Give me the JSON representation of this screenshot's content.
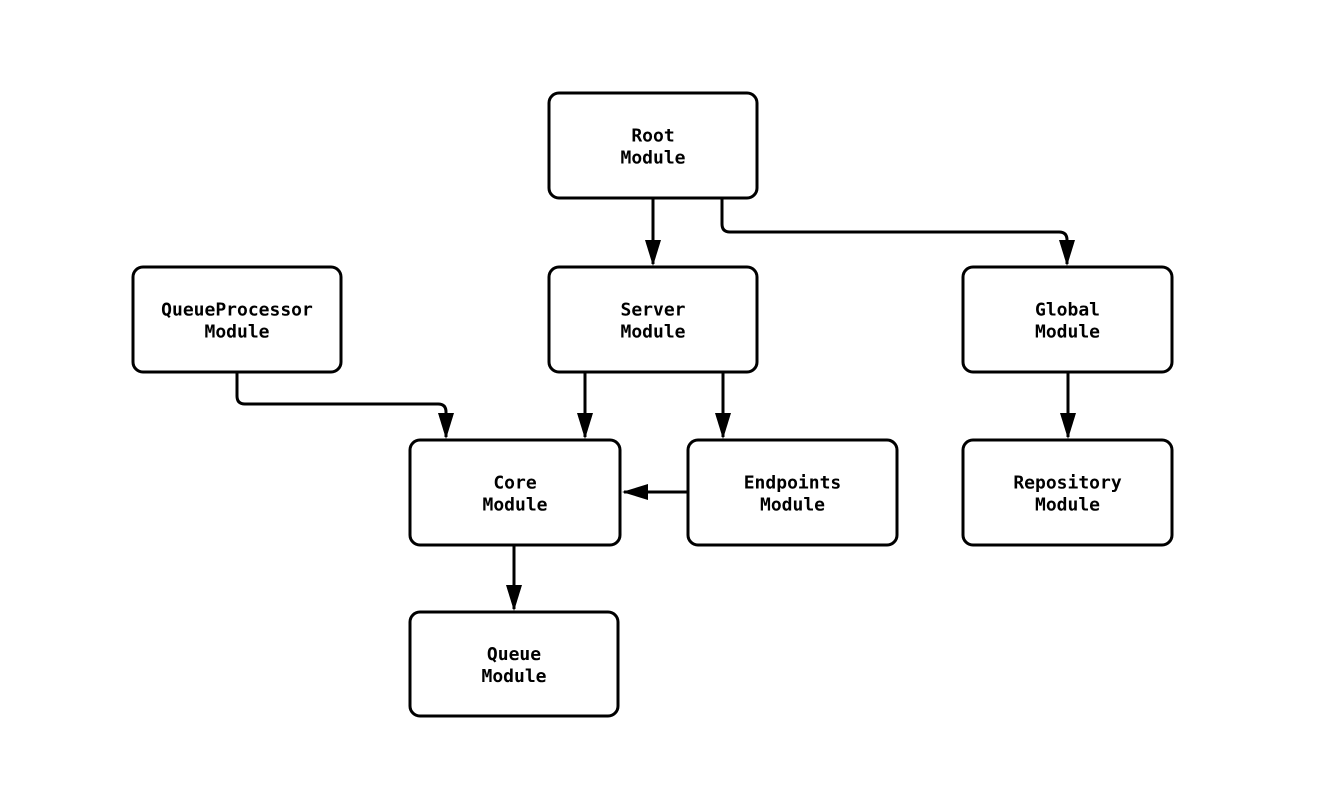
{
  "diagram": {
    "background_color": "#ffffff",
    "line_color": "#000000",
    "node_fill_color": "#ffffff",
    "nodes": [
      {
        "id": "root-module",
        "line1": "Root",
        "line2": "Module"
      },
      {
        "id": "queueprocessor-module",
        "line1": "QueueProcessor",
        "line2": "Module"
      },
      {
        "id": "server-module",
        "line1": "Server",
        "line2": "Module"
      },
      {
        "id": "global-module",
        "line1": "Global",
        "line2": "Module"
      },
      {
        "id": "core-module",
        "line1": "Core",
        "line2": "Module"
      },
      {
        "id": "endpoints-module",
        "line1": "Endpoints",
        "line2": "Module"
      },
      {
        "id": "repository-module",
        "line1": "Repository",
        "line2": "Module"
      },
      {
        "id": "queue-module",
        "line1": "Queue",
        "line2": "Module"
      }
    ],
    "edges": [
      {
        "from": "Root Module",
        "to": "Server Module"
      },
      {
        "from": "Root Module",
        "to": "Global Module"
      },
      {
        "from": "QueueProcessor Module",
        "to": "Core Module"
      },
      {
        "from": "Server Module",
        "to": "Core Module"
      },
      {
        "from": "Server Module",
        "to": "Endpoints Module"
      },
      {
        "from": "Endpoints Module",
        "to": "Core Module"
      },
      {
        "from": "Global Module",
        "to": "Repository Module"
      },
      {
        "from": "Core Module",
        "to": "Queue Module"
      }
    ]
  }
}
